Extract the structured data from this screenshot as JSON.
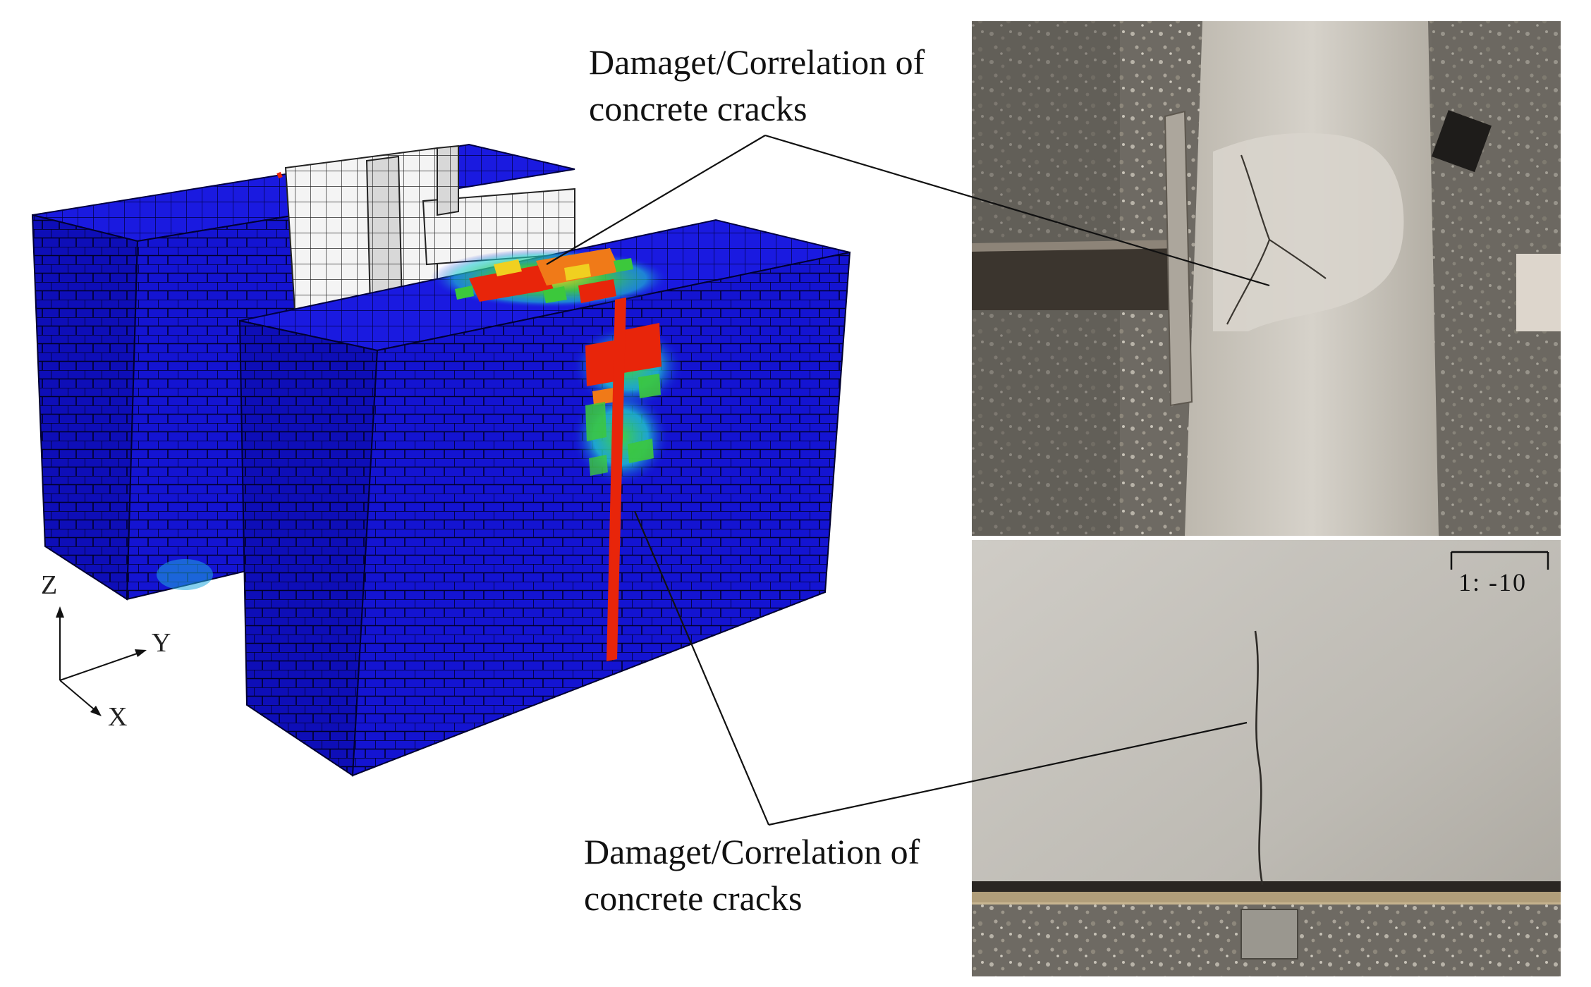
{
  "annotations": {
    "top_label_line1": "Damaget/Correlation of",
    "top_label_line2": "concrete cracks",
    "bottom_label_line1": "Damaget/Correlation of",
    "bottom_label_line2": "concrete cracks"
  },
  "axes": {
    "z": "Z",
    "y": "Y",
    "x": "X"
  },
  "photo": {
    "scale_text": "1:  -10"
  },
  "colors": {
    "mesh_blue": "#1010c8",
    "mesh_line": "#000040",
    "damage_red": "#e8250a",
    "damage_orange": "#f07a18",
    "damage_green": "#3cc83c",
    "damage_cyan": "#20c0d8",
    "steel_white": "#f2f2f2",
    "concrete_light": "#c9c7c2",
    "concrete_dark": "#9e9a92",
    "floor_dark": "#3a3733"
  }
}
